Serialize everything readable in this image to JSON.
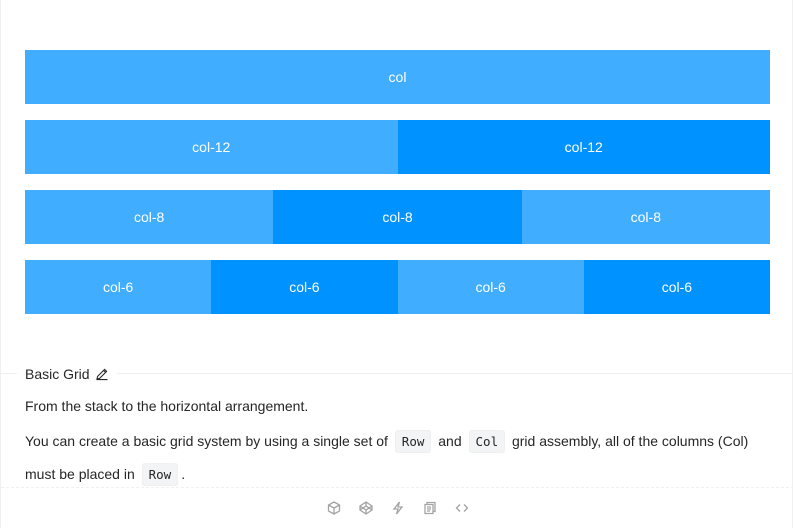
{
  "grid": {
    "rows": [
      [
        "col"
      ],
      [
        "col-12",
        "col-12"
      ],
      [
        "col-8",
        "col-8",
        "col-8"
      ],
      [
        "col-6",
        "col-6",
        "col-6",
        "col-6"
      ]
    ]
  },
  "colors": {
    "col_light": "#40a9ff",
    "col_dark": "#0092ff"
  },
  "meta": {
    "title": "Basic Grid",
    "line1": "From the stack to the horizontal arrangement.",
    "line2_part1": "You can create a basic grid system by using a single set of",
    "code_row": "Row",
    "line2_and": "and",
    "code_col": "Col",
    "line2_part2": "grid assembly, all of the columns (Col) must be placed in",
    "code_row2": "Row",
    "line2_end": "."
  },
  "actions": [
    "codesandbox-icon",
    "codepen-icon",
    "thunderbolt-icon",
    "copy-icon",
    "code-expand-icon"
  ]
}
